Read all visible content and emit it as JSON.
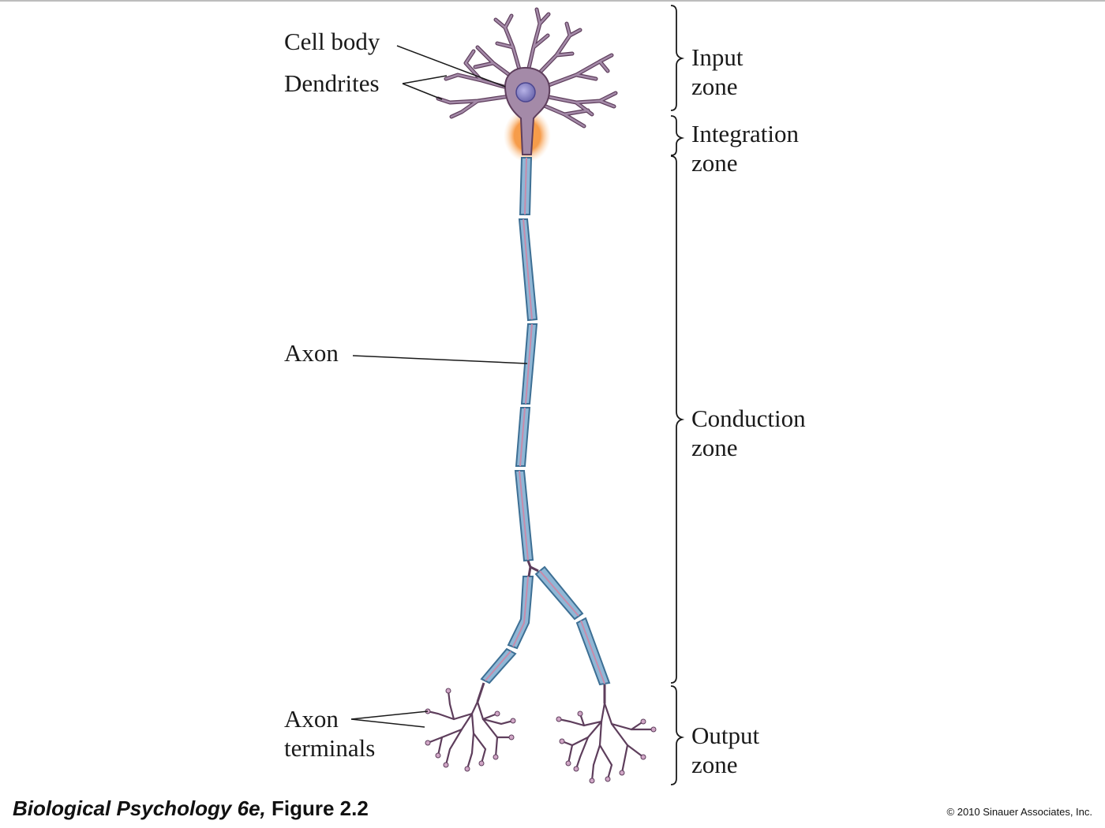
{
  "labels": {
    "cell_body": "Cell body",
    "dendrites": "Dendrites",
    "axon": "Axon",
    "axon_terminals_1": "Axon",
    "axon_terminals_2": "terminals"
  },
  "zones": {
    "input": [
      "Input",
      "zone"
    ],
    "integration": [
      "Integration",
      "zone"
    ],
    "conduction": [
      "Conduction",
      "zone"
    ],
    "output": [
      "Output",
      "zone"
    ]
  },
  "caption": {
    "book": "Biological Psychology 6e,",
    "figure": " Figure 2.2"
  },
  "copyright": "© 2010 Sinauer Associates, Inc.",
  "colors": {
    "neuron": "#a48aa8",
    "neuron_outline": "#5e3e5c",
    "nucleus": "#8a86c4",
    "axon_hillock_glow": "#f58a2a",
    "myelin": "#8fb7d6",
    "myelin_outline": "#3d6f94",
    "axon_core": "#c88bab"
  }
}
